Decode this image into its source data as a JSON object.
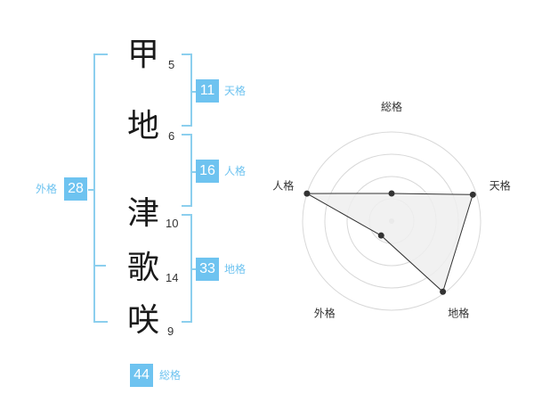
{
  "name": {
    "chars": [
      {
        "char": "甲",
        "strokes": "5"
      },
      {
        "char": "地",
        "strokes": "6"
      },
      {
        "char": "津",
        "strokes": "10"
      },
      {
        "char": "歌",
        "strokes": "14"
      },
      {
        "char": "咲",
        "strokes": "9"
      }
    ]
  },
  "kaku": {
    "ten": {
      "value": "11",
      "label": "天格"
    },
    "jin": {
      "value": "16",
      "label": "人格"
    },
    "chi": {
      "value": "33",
      "label": "地格"
    },
    "gai": {
      "value": "28",
      "label": "外格"
    },
    "sou": {
      "value": "44",
      "label": "総格"
    }
  },
  "chart_data": {
    "type": "radar",
    "axes": [
      "総格",
      "天格",
      "地格",
      "外格",
      "人格"
    ],
    "values": [
      0.31,
      0.96,
      0.98,
      0.2,
      1.0
    ],
    "max": 1,
    "rings": 4,
    "colors": {
      "fill": "#efefef",
      "line": "#333333",
      "grid": "#d8d8d8",
      "point": "#333333"
    }
  }
}
